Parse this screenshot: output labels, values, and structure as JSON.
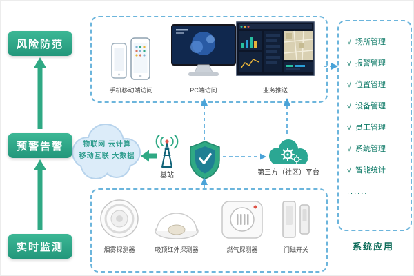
{
  "pillars": {
    "risk": "风险防范",
    "warning": "预警告警",
    "monitor": "实时监测"
  },
  "access_box": {
    "mobile_label": "手机移动端访问",
    "pc_label": "PC端访问",
    "push_label": "业务推送"
  },
  "cloud": {
    "line1": "物联网 云计算",
    "line2": "移动互联 大数据"
  },
  "network": {
    "base_station": "基站",
    "third_party": "第三方（社区）平台"
  },
  "devices": {
    "smoke": "烟雾探测器",
    "pir": "吸顶红外探测器",
    "gas": "燃气探测器",
    "door": "门磁开关"
  },
  "applications": {
    "check": "√",
    "items": [
      "场所管理",
      "报警管理",
      "位置管理",
      "设备管理",
      "员工管理",
      "系统管理",
      "智能统计"
    ],
    "more": "......",
    "footer": "系统应用"
  },
  "icons": {
    "mobile": "smartphone-icon",
    "pc": "desktop-monitor-icon",
    "push": "dashboard-screen-icon",
    "iot_cloud": "cloud-icon",
    "base_station": "antenna-tower-icon",
    "security": "shield-check-icon",
    "third_party": "cloud-gear-icon",
    "smoke": "smoke-detector-icon",
    "pir": "dome-detector-icon",
    "gas": "gas-detector-icon",
    "door": "door-magnet-icon"
  },
  "colors": {
    "accent_green": "#2fa984",
    "dashed_blue": "#4aa3d8",
    "app_text": "#0e7a67",
    "cloud_fill": "#d9eaf8",
    "cloud_text": "#2f9d8e"
  }
}
